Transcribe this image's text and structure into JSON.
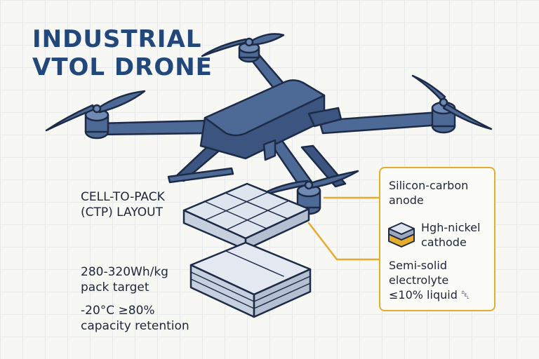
{
  "title": {
    "line1": "INDUSTRIAL",
    "line2": "VTOL DRONE"
  },
  "ctp_label": {
    "line1": "CELL-TO-PACK",
    "line2": "(CTP) LAYOUT"
  },
  "pack_target": {
    "line1": "280-320Wh/kg",
    "line2": "pack target"
  },
  "temperature": {
    "line1": "-20°C ≥80%",
    "line2": "capacity retention"
  },
  "callout": {
    "anode": {
      "line1": "Silicon-carbon",
      "line2": "anode"
    },
    "cathode": {
      "line1": "Hgh-nickel",
      "line2": "cathode"
    },
    "electrolyte": {
      "line1": "Semi-solid",
      "line2": "electrolyte",
      "line3": "≤10% liquid ␡"
    }
  },
  "colors": {
    "drone_body": "#4d6a96",
    "drone_shade": "#3b5580",
    "outline": "#1d2b47",
    "accent": "#e6ac2c",
    "battery_top": "#dfe5ef",
    "battery_side": "#c7d0df"
  }
}
